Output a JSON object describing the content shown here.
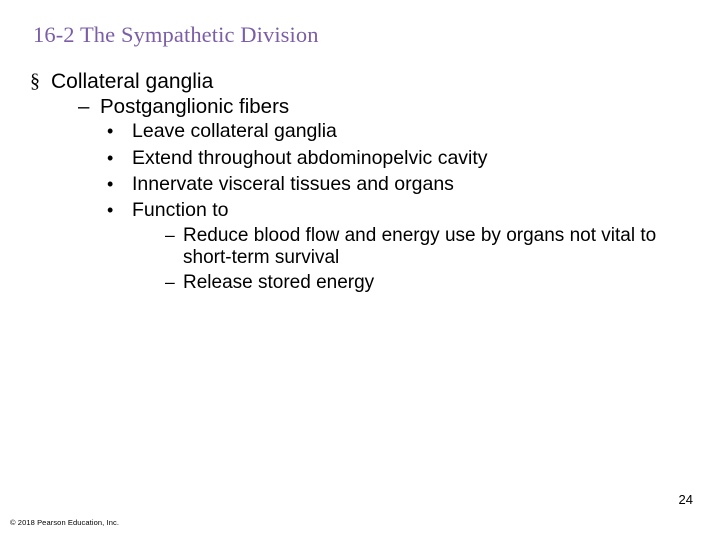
{
  "slide": {
    "title": "16-2 The Sympathetic Division",
    "title_color": "#7B5EA7",
    "page_number": "24",
    "copyright": "© 2018 Pearson Education, Inc.",
    "bullets": {
      "b1": {
        "marker": "§",
        "text": "Collateral ganglia"
      },
      "b2": {
        "marker": "–",
        "text": "Postganglionic fibers"
      },
      "b3": {
        "marker": "•",
        "text": "Leave collateral ganglia"
      },
      "b4": {
        "marker": "•",
        "text": "Extend throughout abdominopelvic cavity"
      },
      "b5": {
        "marker": "•",
        "text": "Innervate visceral tissues and organs"
      },
      "b6": {
        "marker": "•",
        "text": "Function to"
      },
      "b7": {
        "marker": "–",
        "text": "Reduce blood flow and energy use by organs not vital to short-term survival"
      },
      "b8": {
        "marker": "–",
        "text": "Release stored energy"
      }
    }
  }
}
